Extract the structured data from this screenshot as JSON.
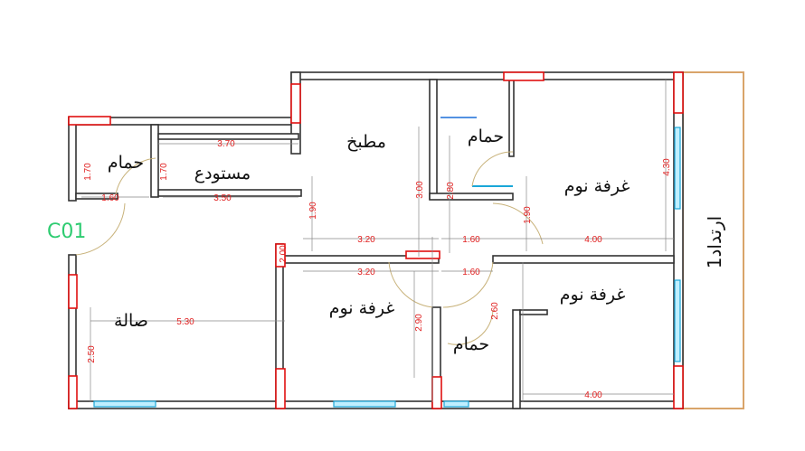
{
  "rooms": {
    "bath_left": "حمام",
    "storage": "مستودع",
    "kitchen": "مطبخ",
    "bath_top": "حمام",
    "bedroom_top_right": "غرفة نوم",
    "bedroom_bottom_right": "غرفة نوم",
    "bedroom_center": "غرفة نوم",
    "bath_bottom": "حمام",
    "living": "صالة"
  },
  "entrance_label": "C01",
  "setback_label": "ارتداد1",
  "dimensions": {
    "bath_left_width": "1.60",
    "bath_left_height": "1.70",
    "storage_height": "1.70",
    "storage_width_top": "3.70",
    "storage_width_bottom": "3.50",
    "kitchen_corridor": "1.90",
    "kitchen_height": "3.00",
    "bath_top_height": "2.80",
    "kitchen_width": "3.20",
    "bath_top_width": "1.60",
    "bedroom_tr_door": "1.90",
    "bedroom_tr_height": "4.30",
    "bedroom_tr_width": "4.00",
    "wall_segment": "2.00",
    "bedroom_c_width": "3.20",
    "corridor_width": "1.60",
    "bedroom_c_height": "2.90",
    "bath_bottom_height": "2.60",
    "living_width": "5.30",
    "living_height": "2.50",
    "bedroom_br_width": "4.00"
  },
  "colors": {
    "wall": "#333333",
    "column": "#e01010",
    "window": "#1aa7d8",
    "dimension": "#e02020",
    "entrance": "#2ecc71",
    "setback": "#d9a46a"
  }
}
